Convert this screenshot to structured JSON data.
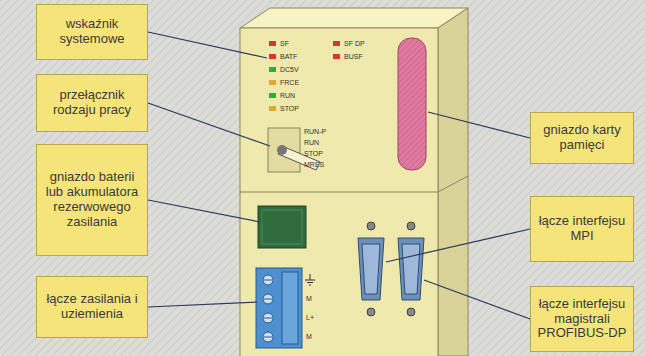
{
  "diagram": {
    "nodes": [
      {
        "text": [
          "wskaźnik systemowe"
        ]
      },
      {
        "text": [
          "gniazdo karty pamięci"
        ]
      },
      {
        "text": [
          "przełącznik rodzaju pracy"
        ]
      },
      {
        "text": [
          "gniazdo baterii lub akumulatora rezerwowego zasilania"
        ]
      },
      {
        "text": [
          "łącze interfejsu MPI"
        ]
      },
      {
        "text": [
          "łącze zasilania i uziemienia"
        ]
      },
      {
        "text": [
          "łącze interfejsu magistrali PROFIBUS-DP"
        ]
      }
    ],
    "labels": [
      "SF",
      "BATF",
      "DC5V",
      "FRCE",
      "RUN",
      "STOP",
      "SF DP",
      "BUSF",
      "RUN-P",
      "RUN",
      "STOP",
      "MRES",
      "M",
      "L+",
      "M"
    ]
  }
}
